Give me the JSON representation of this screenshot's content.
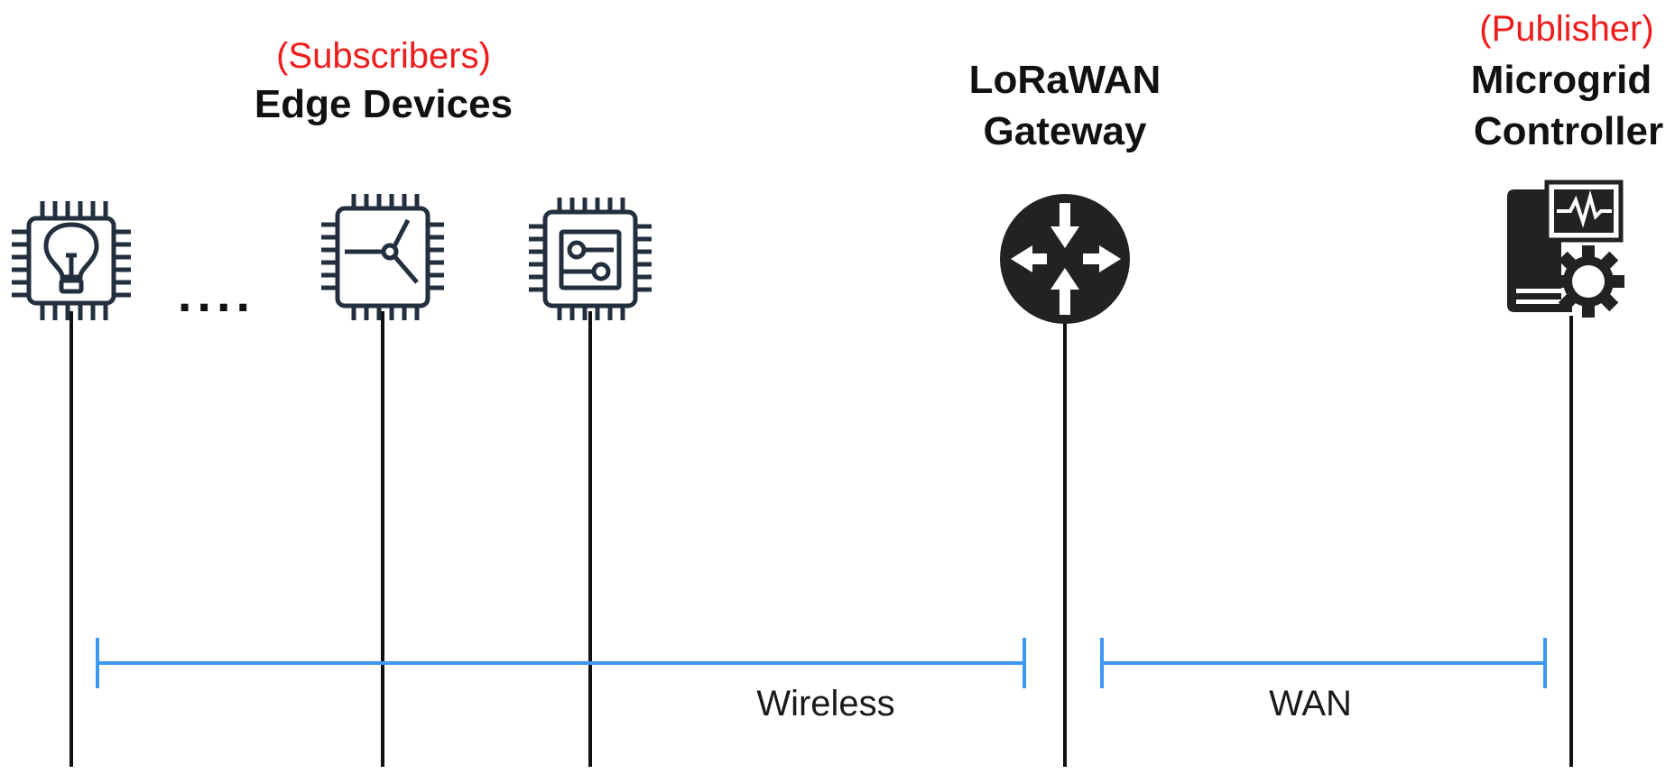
{
  "edge_devices": {
    "role": "(Subscribers)",
    "title": "Edge Devices",
    "ellipsis": "....",
    "devices": [
      {
        "icon": "lightbulb-chip-icon"
      },
      {
        "icon": "wind-turbine-chip-icon"
      },
      {
        "icon": "circuit-board-chip-icon"
      }
    ]
  },
  "gateway": {
    "title_line1": "LoRaWAN",
    "title_line2": "Gateway",
    "icon": "router-icon"
  },
  "controller": {
    "role": "(Publisher)",
    "title_line1": "Microgrid",
    "title_line2": "Controller",
    "icon": "server-monitor-gear-icon"
  },
  "links": {
    "wireless": "Wireless",
    "wan": "WAN"
  },
  "colors": {
    "role_text": "#ee1c1c",
    "icon": "#232f3e",
    "lifeline": "#111111",
    "span": "#3d97f5"
  }
}
